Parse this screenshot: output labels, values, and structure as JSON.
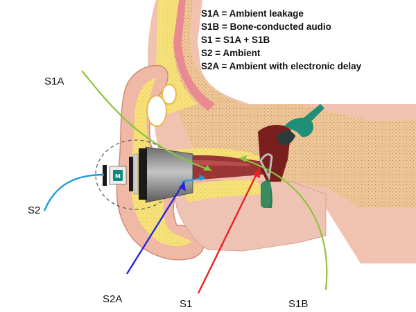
{
  "legend": [
    {
      "key": "S1A",
      "text": "S1A = Ambient leakage"
    },
    {
      "key": "S1B",
      "text": "S1B = Bone-conducted audio"
    },
    {
      "key": "S1",
      "text": "S1 = S1A + S1B"
    },
    {
      "key": "S2",
      "text": "S2 = Ambient"
    },
    {
      "key": "S2A",
      "text": "S2A = Ambient with electronic delay"
    }
  ],
  "labels": {
    "s1a": "S1A",
    "s2": "S2",
    "s2a": "S2A",
    "s1": "S1",
    "s1b": "S1B"
  },
  "colors": {
    "s1a": "#8cc43c",
    "s1b": "#8cc43c",
    "s1": "#e8221e",
    "s2": "#1e9ad6",
    "s2a": "#2626d8",
    "skin": "#f0b9a6",
    "bone": "#f3c992",
    "cartilage": "#f6e27a",
    "canal": "#8e2c2c",
    "earpiece": "#8e8e8e"
  },
  "icons": {
    "chip": "chip-icon",
    "earpiece": "earpiece-icon"
  }
}
